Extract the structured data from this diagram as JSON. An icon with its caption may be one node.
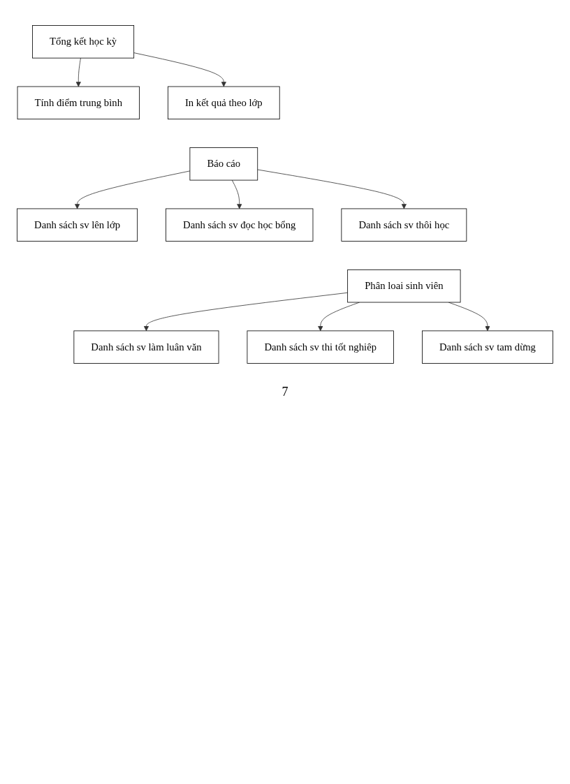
{
  "diagram": {
    "nodes": [
      {
        "text": [
          "Tổng kết học kỳ"
        ]
      },
      {
        "text": [
          "Tính điểm trung bình"
        ]
      },
      {
        "text": [
          "In kết quả theo lớp"
        ]
      },
      {
        "text": [
          "Báo cáo"
        ]
      },
      {
        "text": [
          "Danh sách sv lên lớp"
        ]
      },
      {
        "text": [
          "Danh sách sv đọc học bổng"
        ]
      },
      {
        "text": [
          "Danh sách sv thôi học"
        ]
      },
      {
        "text": [
          "Phân loai sinh viên"
        ]
      },
      {
        "text": [
          "Danh sách sv làm luân văn"
        ]
      },
      {
        "text": [
          "Danh sách sv thi tốt nghiêp"
        ]
      },
      {
        "text": [
          "Danh sách sv tam dừng"
        ]
      }
    ],
    "edges": [
      {
        "from": 0,
        "to": 1,
        "arrow": "to"
      },
      {
        "from": 0,
        "to": 2,
        "arrow": "to"
      },
      {
        "from": 3,
        "to": 4,
        "arrow": "to"
      },
      {
        "from": 3,
        "to": 5,
        "arrow": "to"
      },
      {
        "from": 3,
        "to": 6,
        "arrow": "to"
      },
      {
        "from": 7,
        "to": 8,
        "arrow": "to"
      },
      {
        "from": 7,
        "to": 9,
        "arrow": "to"
      },
      {
        "from": 7,
        "to": 10,
        "arrow": "to"
      }
    ],
    "labels": [
      "7"
    ]
  }
}
